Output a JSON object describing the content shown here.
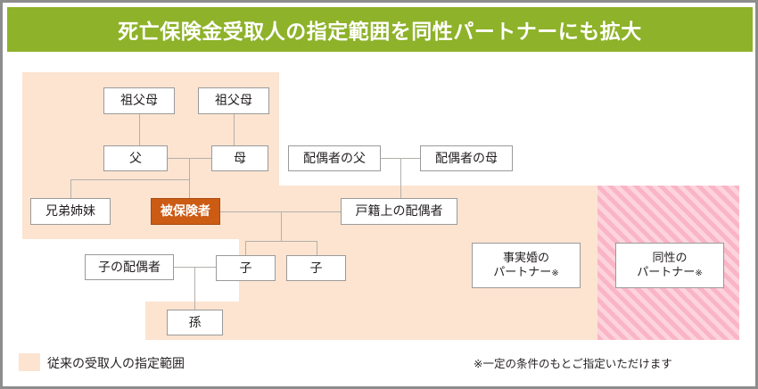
{
  "header": {
    "title": "死亡保険金受取人の指定範囲を同性パートナーにも拡大"
  },
  "colors": {
    "header_green": "#8eb229",
    "peach_region": "#fce4d0",
    "pink_hatch": "#f9b5c6",
    "insured_orange": "#cc5b14",
    "box_border": "#9a9a9a",
    "connector": "#b3b0ab",
    "frame_border": "#8d8d8d"
  },
  "diagram": {
    "nodes": [
      {
        "id": "grandparents-paternal",
        "label": "祖父母"
      },
      {
        "id": "grandparents-maternal",
        "label": "祖父母"
      },
      {
        "id": "father",
        "label": "父"
      },
      {
        "id": "mother",
        "label": "母"
      },
      {
        "id": "siblings",
        "label": "兄弟姉妹"
      },
      {
        "id": "insured",
        "label": "被保険者"
      },
      {
        "id": "spouse-father",
        "label": "配偶者の父"
      },
      {
        "id": "spouse-mother",
        "label": "配偶者の母"
      },
      {
        "id": "legal-spouse",
        "label": "戸籍上の配偶者"
      },
      {
        "id": "child-spouse",
        "label": "子の配偶者"
      },
      {
        "id": "child-1",
        "label": "子"
      },
      {
        "id": "child-2",
        "label": "子"
      },
      {
        "id": "grandchild",
        "label": "孫"
      }
    ],
    "partners": [
      {
        "id": "common-law-partner",
        "line1": "事実婚の",
        "line2": "パートナー",
        "mark": "※"
      },
      {
        "id": "same-sex-partner",
        "line1": "同性の",
        "line2": "パートナー",
        "mark": "※"
      }
    ]
  },
  "legend": {
    "existing_scope_label": "従来の受取人の指定範囲",
    "footnote": "※一定の条件のもとご指定いただけます"
  }
}
